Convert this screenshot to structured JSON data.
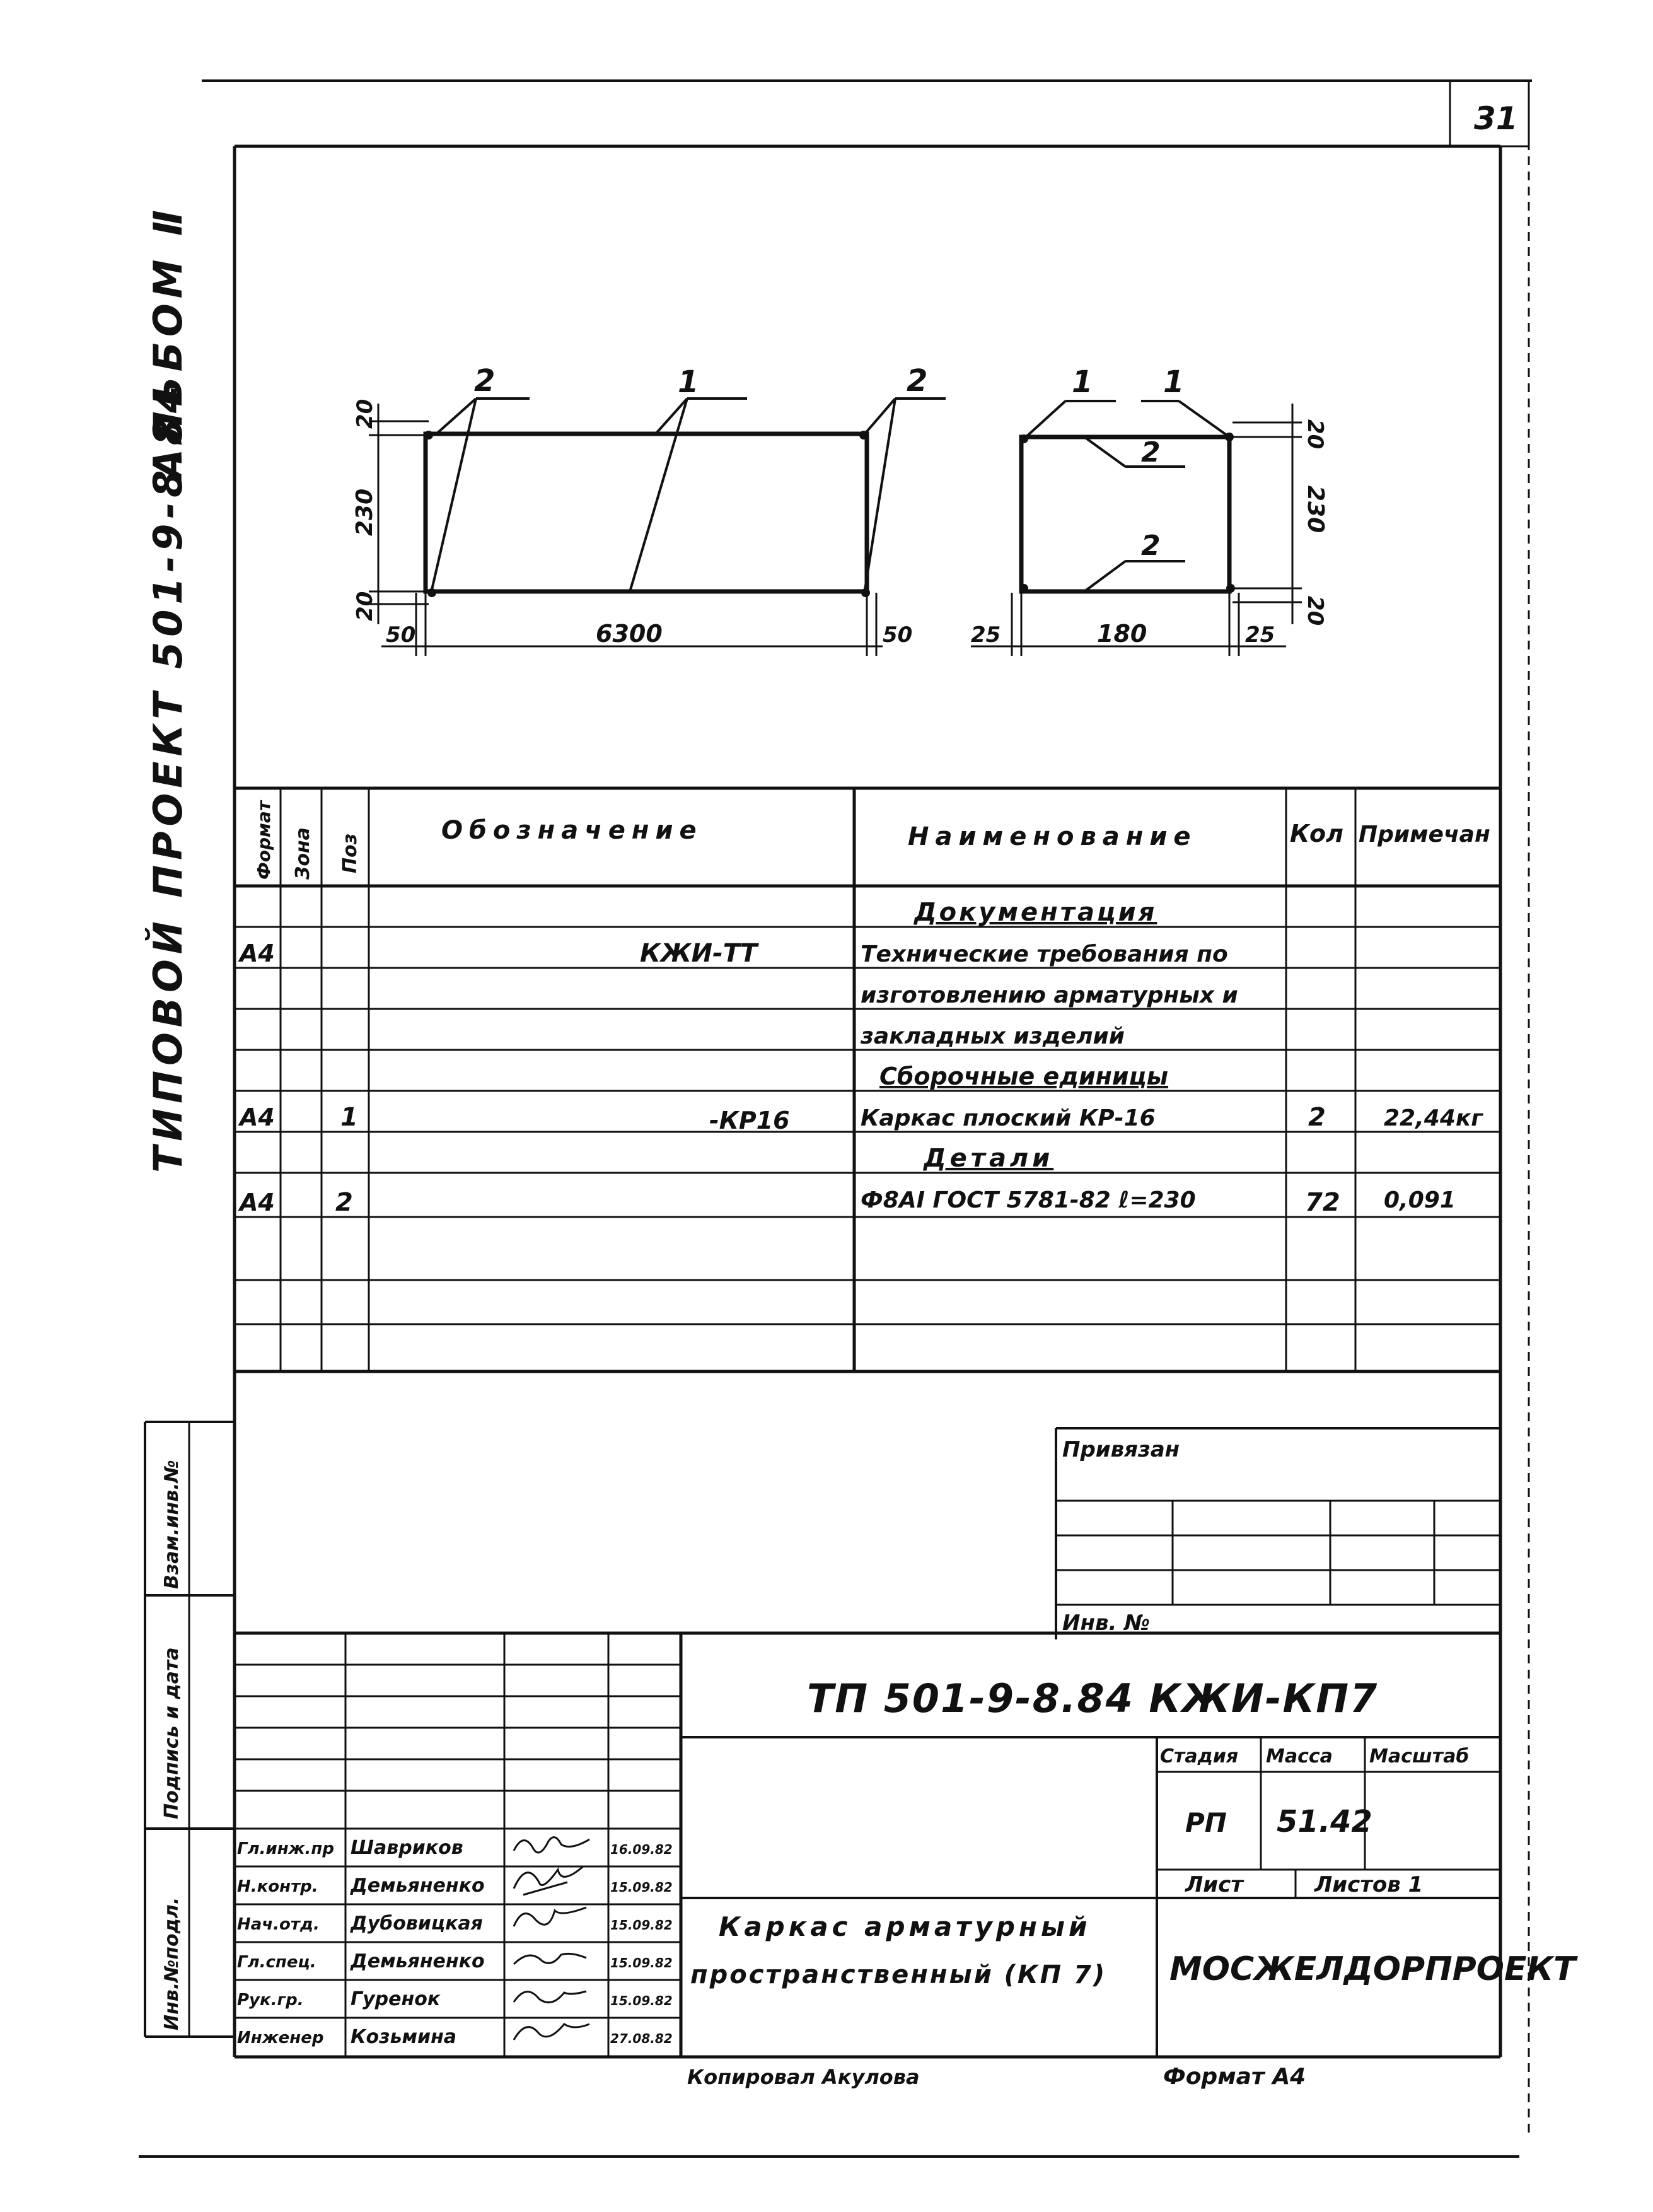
{
  "page_number": "31",
  "side_title": {
    "project": "ТИПОВОЙ ПРОЕКТ 501-9-8.84",
    "album": "АЛЬБОМ Ⅱ"
  },
  "drawing": {
    "left_frame": {
      "callouts": [
        "2",
        "1",
        "2"
      ],
      "dims": {
        "top_offset": "20",
        "height": "230",
        "bottom_offset": "20",
        "left_margin": "50",
        "width": "6300",
        "right_margin": "50"
      }
    },
    "right_frame": {
      "callouts": [
        "1",
        "1",
        "2",
        "2"
      ],
      "dims": {
        "top_offset": "20",
        "height": "230",
        "bottom_offset": "20",
        "left_margin": "25",
        "width": "180",
        "right_margin": "25"
      }
    }
  },
  "spec_table": {
    "headers": {
      "format": "Формат",
      "zone": "Зона",
      "pos": "Поз",
      "designation": "Обозначение",
      "name": "Наименование",
      "qty": "Кол",
      "note": "Примечан"
    },
    "rows": [
      {
        "format": "",
        "pos": "",
        "designation": "",
        "name": "Документация",
        "qty": "",
        "note": ""
      },
      {
        "format": "А4",
        "pos": "",
        "designation": "КЖИ-ТТ",
        "name": "Технические требования по",
        "qty": "",
        "note": ""
      },
      {
        "format": "",
        "pos": "",
        "designation": "",
        "name": "изготовлению арматурных и",
        "qty": "",
        "note": ""
      },
      {
        "format": "",
        "pos": "",
        "designation": "",
        "name": "закладных изделий",
        "qty": "",
        "note": ""
      },
      {
        "format": "",
        "pos": "",
        "designation": "",
        "name": "Сборочные единицы",
        "qty": "",
        "note": ""
      },
      {
        "format": "А4",
        "pos": "1",
        "designation": "-КР16",
        "name": "Каркас плоский КР-16",
        "qty": "2",
        "note": "22,44кг"
      },
      {
        "format": "",
        "pos": "",
        "designation": "",
        "name": "Детали",
        "qty": "",
        "note": ""
      },
      {
        "format": "А4",
        "pos": "2",
        "designation": "",
        "name": "Ф8АⅠ ГОСТ 5781-82   ℓ=230",
        "qty": "72",
        "note": "0,091"
      },
      {
        "format": "",
        "pos": "",
        "designation": "",
        "name": "",
        "qty": "",
        "note": ""
      }
    ]
  },
  "privyazan": {
    "label": "Привязан",
    "inv_label": "Инв. №"
  },
  "left_stamp": {
    "vzam": "Взам.инв.№",
    "podpis": "Подпись и дата",
    "inv_podl": "Инв.№подл."
  },
  "title_block": {
    "code": "ТП 501-9-8.84   КЖИ-КП7",
    "stage_label": "Стадия",
    "mass_label": "Масса",
    "scale_label": "Масштаб",
    "stage": "РП",
    "mass": "51.42",
    "sheet_label": "Лист",
    "sheets_label": "Листов 1",
    "title_line1": "Каркас арматурный",
    "title_line2": "пространственный (КП 7)",
    "org": "МОСЖЕЛДОРПРОЕКТ",
    "signatures": [
      {
        "role": "Гл.инж.пр",
        "name": "Шавриков",
        "date": "16.09.82"
      },
      {
        "role": "Н.контр.",
        "name": "Демьяненко",
        "date": "15.09.82"
      },
      {
        "role": "Нач.отд.",
        "name": "Дубовицкая",
        "date": "15.09.82"
      },
      {
        "role": "Гл.спец.",
        "name": "Демьяненко",
        "date": "15.09.82"
      },
      {
        "role": "Рук.гр.",
        "name": "Гуренок",
        "date": "15.09.82"
      },
      {
        "role": "Инженер",
        "name": "Козьмина",
        "date": "27.08.82"
      }
    ]
  },
  "footer": {
    "copied": "Копировал Акулова",
    "format": "Формат А4"
  }
}
